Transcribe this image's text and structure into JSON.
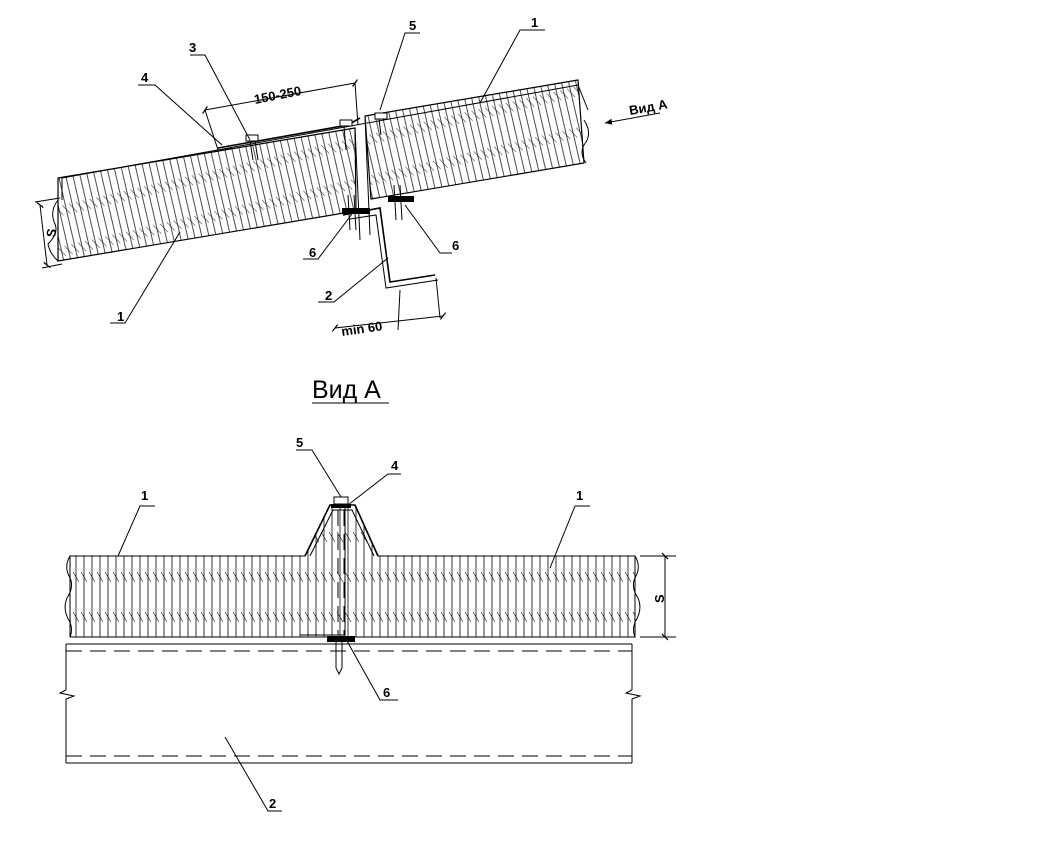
{
  "section": {
    "dim_overlap": "150-250",
    "dim_flange": "min 60",
    "view_arrow": "Вид А",
    "thickness": "S",
    "callouts": {
      "top_panel": "1",
      "bottom_panel": "1",
      "purlin": "2",
      "screw_left": "3",
      "sealant": "4",
      "screw_top": "5",
      "fastener_left": "6",
      "fastener_right": "6"
    }
  },
  "view_a": {
    "title": "Вид А",
    "thickness": "S",
    "callouts": {
      "panel_left": "1",
      "panel_right": "1",
      "purlin": "2",
      "sealant": "4",
      "screw": "5",
      "fastener": "6"
    }
  }
}
